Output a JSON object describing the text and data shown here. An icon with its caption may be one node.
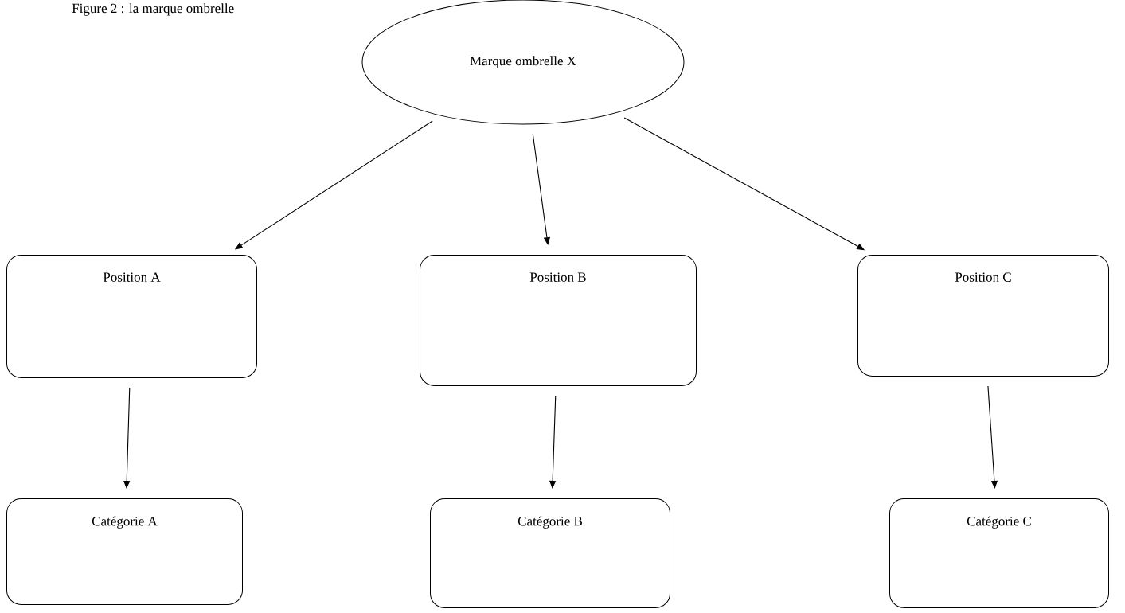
{
  "diagram": {
    "title": "Figure 2 : la marque ombrelle",
    "nodes": [
      {
        "text": [
          "Marque ombrelle X"
        ]
      },
      {
        "text": [
          "Position A"
        ]
      },
      {
        "text": [
          "Position B"
        ]
      },
      {
        "text": [
          "Position C"
        ]
      },
      {
        "text": [
          "Catégorie A"
        ]
      },
      {
        "text": [
          "Catégorie B"
        ]
      },
      {
        "text": [
          "Catégorie C"
        ]
      }
    ],
    "edges": [
      {
        "from": 0,
        "to": 1,
        "arrow": "to"
      },
      {
        "from": 0,
        "to": 2,
        "arrow": "to"
      },
      {
        "from": 0,
        "to": 3,
        "arrow": "to"
      },
      {
        "from": 1,
        "to": 4,
        "arrow": "to"
      },
      {
        "from": 2,
        "to": 5,
        "arrow": "to"
      },
      {
        "from": 3,
        "to": 6,
        "arrow": "to"
      }
    ]
  }
}
